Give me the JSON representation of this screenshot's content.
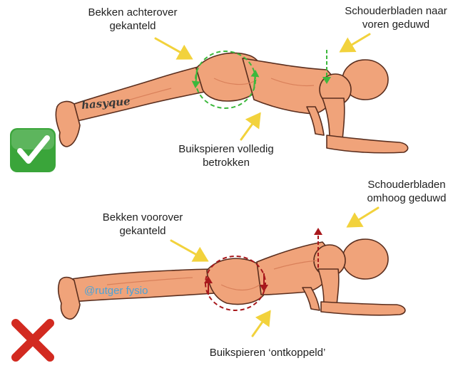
{
  "correct": {
    "pelvis_label": "Bekken achterover\ngekanteld",
    "shoulder_label": "Schouderbladen naar\nvoren geduwd",
    "abs_label": "Buikspieren volledig\nbetrokken",
    "badge_icon": "check-mark-icon",
    "badge_color": "#3aa53a",
    "circle_color": "#3cb83c"
  },
  "incorrect": {
    "pelvis_label": "Bekken voorover\ngekanteld",
    "shoulder_label": "Schouderbladen\nomhoog geduwd",
    "abs_label": "Buikspieren ‘ontkoppeld’",
    "badge_icon": "cross-mark-icon",
    "badge_color": "#d22a20",
    "circle_color": "#a8181c"
  },
  "watermarks": {
    "handle": "@rutger fysio",
    "brand": "hasyque"
  },
  "colors": {
    "arrow": "#f2d23c",
    "skin": "#f0a37a",
    "skin_shadow": "#d9805a",
    "outline": "#5a2e1e"
  }
}
